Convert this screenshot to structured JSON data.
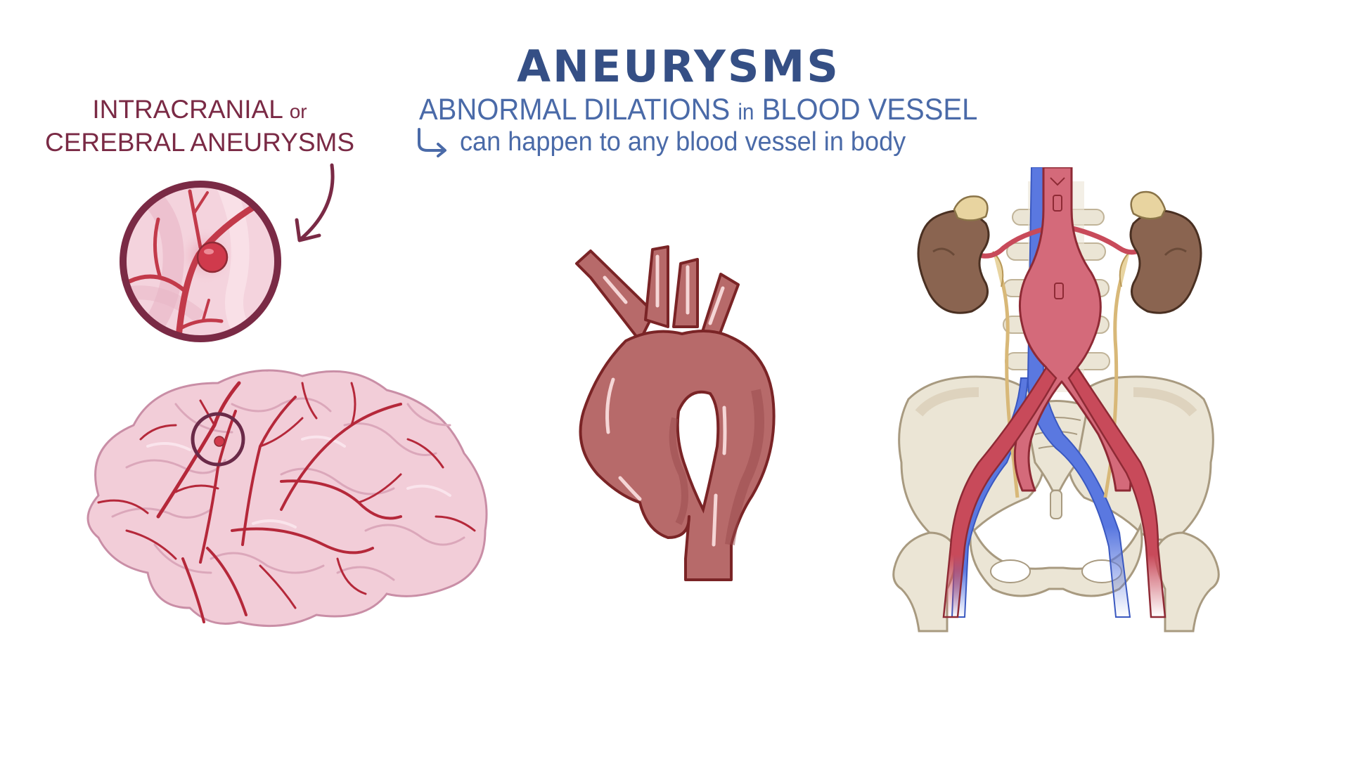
{
  "slide": {
    "title": "ANEURYSMS",
    "subtitle": {
      "part1": "ABNORMAL DILATIONS",
      "connector": "in",
      "part2": "BLOOD VESSEL"
    },
    "note": {
      "arrow_icon": "curved-arrow-right",
      "text": "can happen to any blood vessel in body"
    },
    "label": {
      "line1_main": "INTRACRANIAL",
      "line1_connector": "or",
      "line2": "CEREBRAL ANEURYSMS"
    },
    "illustrations": [
      {
        "id": "brain-inset",
        "description": "Magnified view of cerebral artery with saccular aneurysm"
      },
      {
        "id": "brain",
        "description": "Lateral view of brain with arteries; circled aneurysm site"
      },
      {
        "id": "aortic-arch",
        "description": "Aortic arch with dilated ascending aorta"
      },
      {
        "id": "abdominal-aorta",
        "description": "Abdominal aortic aneurysm with kidneys, spine and pelvis"
      }
    ]
  },
  "colors": {
    "title": "#354f85",
    "subtitle": "#4a6aa8",
    "label": "#7a2a45",
    "artery": "#c84a5a",
    "artery_dark": "#8e2a35",
    "vein": "#5a78e0",
    "aorta": "#b76a6a",
    "brain": "#f2cdd8",
    "kidney": "#8a6450",
    "bone": "#ebe5d5"
  }
}
